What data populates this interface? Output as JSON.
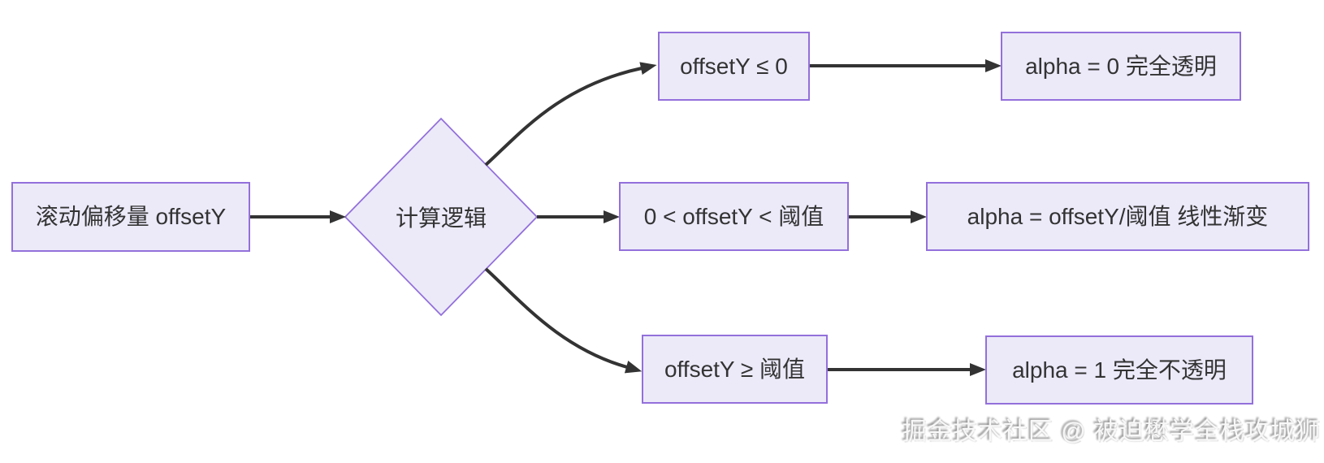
{
  "diagram": {
    "type": "flowchart",
    "background_color": "#ffffff",
    "node_fill_color": "#eceaf9",
    "node_border_color": "#9370DB",
    "edge_color": "#333333",
    "text_color": "#333333",
    "nodes": {
      "input": {
        "label": "滚动偏移量 offsetY",
        "shape": "rect"
      },
      "decision": {
        "label": "计算逻辑",
        "shape": "diamond"
      },
      "cond_top": {
        "label": "offsetY ≤ 0",
        "shape": "rect"
      },
      "result_top": {
        "label": "alpha = 0 完全透明",
        "shape": "rect"
      },
      "cond_mid": {
        "label": "0 < offsetY < 阈值",
        "shape": "rect"
      },
      "result_mid": {
        "label": "alpha = offsetY/阈值 线性渐变",
        "shape": "rect"
      },
      "cond_bottom": {
        "label": "offsetY ≥ 阈值",
        "shape": "rect"
      },
      "result_bottom": {
        "label": "alpha = 1 完全不透明",
        "shape": "rect"
      }
    },
    "edges": [
      {
        "from": "input",
        "to": "decision"
      },
      {
        "from": "decision",
        "to": "cond_top"
      },
      {
        "from": "decision",
        "to": "cond_mid"
      },
      {
        "from": "decision",
        "to": "cond_bottom"
      },
      {
        "from": "cond_top",
        "to": "result_top"
      },
      {
        "from": "cond_mid",
        "to": "result_mid"
      },
      {
        "from": "cond_bottom",
        "to": "result_bottom"
      }
    ],
    "watermark": {
      "text": "掘金技术社区 @ 被迫懋学全栈攻城狮"
    }
  }
}
